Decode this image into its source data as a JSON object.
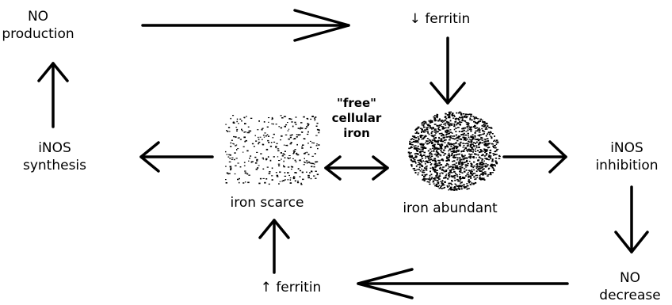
{
  "colors": {
    "background": "#ffffff",
    "ink": "#000000"
  },
  "nodes": {
    "no_production": {
      "line1": "NO",
      "line2": "production"
    },
    "ferritin_down": {
      "arrow": "↓",
      "text": "ferritin"
    },
    "inos_synthesis": {
      "line1": "iNOS",
      "line2": "synthesis"
    },
    "free_iron": {
      "line1": "\"free\"",
      "line2": "cellular",
      "line3": "iron"
    },
    "iron_scarce": {
      "text": "iron scarce"
    },
    "iron_abundant": {
      "text": "iron abundant"
    },
    "inos_inhibition": {
      "line1": "iNOS",
      "line2": "inhibition"
    },
    "ferritin_up": {
      "arrow": "↑",
      "text": "ferritin"
    },
    "no_decrease": {
      "line1": "NO",
      "line2": "decrease"
    }
  },
  "edges": [
    {
      "from": "no_production",
      "to": "ferritin_down"
    },
    {
      "from": "ferritin_down",
      "to": "iron_abundant"
    },
    {
      "from": "iron_abundant",
      "to": "inos_inhibition"
    },
    {
      "from": "inos_inhibition",
      "to": "no_decrease"
    },
    {
      "from": "no_decrease",
      "to": "ferritin_up"
    },
    {
      "from": "ferritin_up",
      "to": "iron_scarce"
    },
    {
      "from": "iron_scarce",
      "to": "inos_synthesis"
    },
    {
      "from": "inos_synthesis",
      "to": "no_production"
    },
    {
      "from": "iron_scarce",
      "to": "iron_abundant",
      "bidirectional": true
    }
  ]
}
